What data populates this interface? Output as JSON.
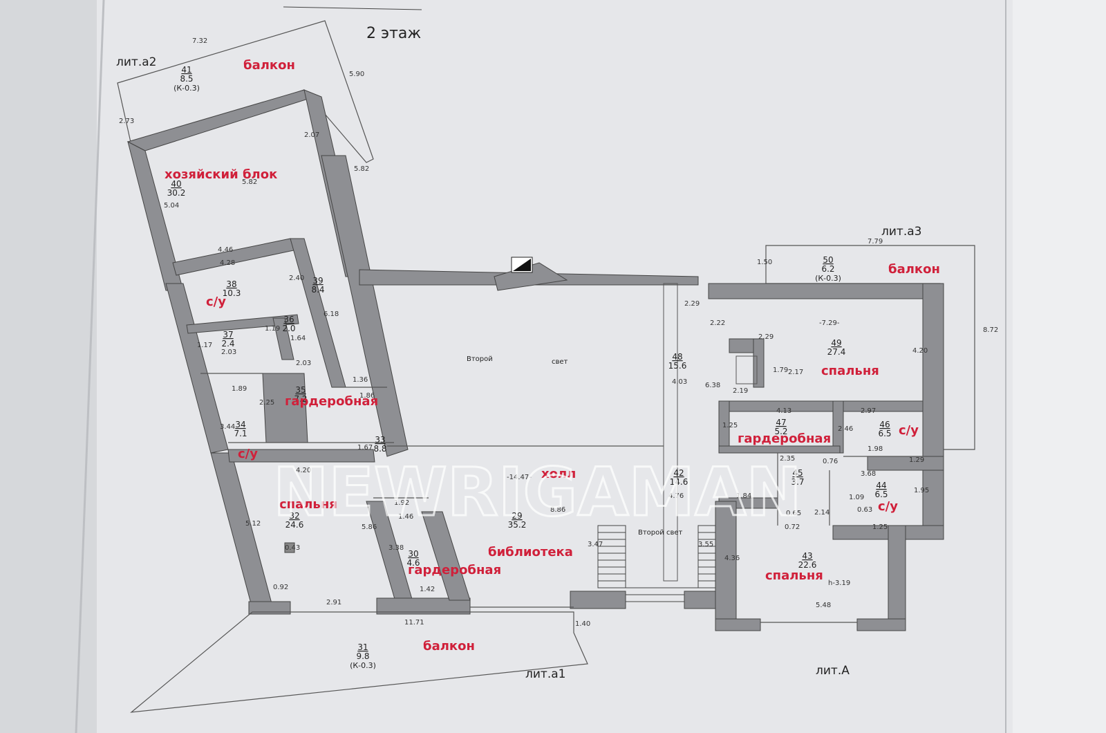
{
  "floor_title": "2 этаж",
  "lit_labels": {
    "a2": "лит.а2",
    "a3": "лит.а3",
    "a1": "лит.а1",
    "A": "лит.А"
  },
  "center_notes": {
    "second_light_1": "Второй",
    "second_light_2": "свет",
    "second_light_3": "Второй свет"
  },
  "watermark": "NEWRIGAMAN",
  "rooms": [
    {
      "num": "41",
      "area": "8.5",
      "k": "(К-0.3)",
      "name": "балкон"
    },
    {
      "num": "40",
      "area": "30.2",
      "name": "хозяйский блок"
    },
    {
      "num": "38",
      "area": "10.3",
      "name": "с/у"
    },
    {
      "num": "39",
      "area": "8.4"
    },
    {
      "num": "37",
      "area": "2.4"
    },
    {
      "num": "36",
      "area": "2.0"
    },
    {
      "num": "35",
      "area": "7.2",
      "name": "гардеробная"
    },
    {
      "num": "34",
      "area": "7.1",
      "name": "с/у"
    },
    {
      "num": "33",
      "area": "8.8"
    },
    {
      "num": "32",
      "area": "24.6",
      "name": "спальня"
    },
    {
      "num": "30",
      "area": "4.6",
      "name": "гардеробная"
    },
    {
      "num": "29",
      "area": "35.2",
      "name": "холл"
    },
    {
      "name": "библиотека"
    },
    {
      "num": "31",
      "area": "9.8",
      "k": "(К-0.3)",
      "name": "балкон"
    },
    {
      "num": "50",
      "area": "6.2",
      "k": "(К-0.3)",
      "name": "балкон"
    },
    {
      "num": "49",
      "area": "27.4",
      "name": "спальня"
    },
    {
      "num": "48",
      "area": "15.6"
    },
    {
      "num": "47",
      "area": "5.2",
      "name": "гардеробная"
    },
    {
      "num": "46",
      "area": "6.5",
      "name": "с/у"
    },
    {
      "num": "42",
      "area": "14.6"
    },
    {
      "num": "45",
      "area": "3.7"
    },
    {
      "num": "44",
      "area": "6.5",
      "name": "с/у"
    },
    {
      "num": "43",
      "area": "22.6",
      "name": "спальня"
    }
  ],
  "dims": [
    "7.32",
    "5.90",
    "5.82",
    "2.07",
    "2.73",
    "5.04",
    "5.82",
    "4.46",
    "4.28",
    "2.40",
    "6.18",
    "1.17",
    "2.03",
    "1.19",
    "1.64",
    "2.03",
    "1.36",
    "1.86",
    "1.89",
    "2.25",
    "3.44",
    "1.67",
    "4.20",
    "5.12",
    "0.43",
    "0.92",
    "5.86",
    "3.38",
    "1.92",
    "1.46",
    "1.42",
    "2.91",
    "11.71",
    "1.40",
    "-14.47-",
    "8.86",
    "3.47",
    "3.55",
    "7.79",
    "1.50",
    "8.72",
    "2.29",
    "2.22",
    "-7.29-",
    "2.29",
    "1.79",
    "2.17",
    "4.20",
    "4.03",
    "6.38",
    "2.19",
    "4.13",
    "2.97",
    "1.25",
    "2.46",
    "1.98",
    "1.29",
    "2.35",
    "0.76",
    "3.68",
    "4.76",
    "1.84",
    "0.65",
    "1.09",
    "0.63",
    "1.95",
    "0.72",
    "2.14",
    "1.25",
    "4.36",
    "h-3.19",
    "5.48"
  ]
}
